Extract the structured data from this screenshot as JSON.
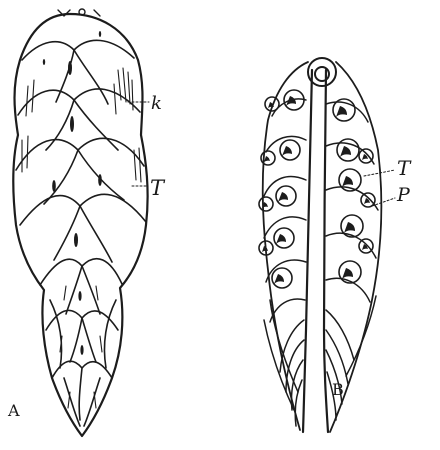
{
  "figure": {
    "panel_a": {
      "label": "A",
      "annotations": {
        "k": "k",
        "t": "T"
      }
    },
    "panel_b": {
      "label": "B",
      "annotations": {
        "t": "T",
        "p": "P"
      }
    },
    "ink_color": "#1c1c1c",
    "background": "#ffffff"
  }
}
